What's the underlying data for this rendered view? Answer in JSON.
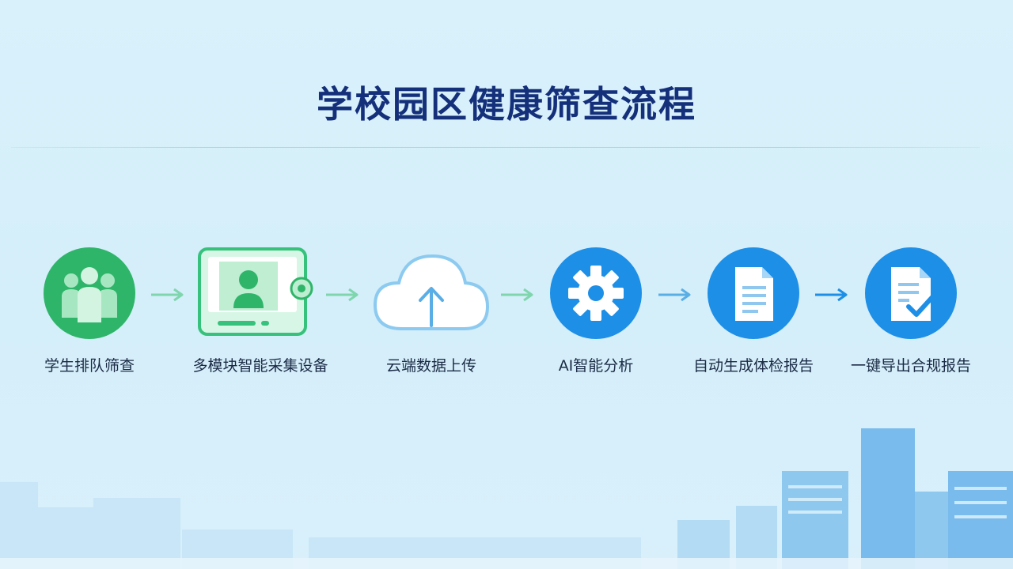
{
  "title": "学校园区健康筛查流程",
  "steps": [
    {
      "label": "学生排队筛查",
      "icon": "students-group-icon",
      "color": "#2fb56a"
    },
    {
      "label": "多模块智能采集设备",
      "icon": "capture-device-icon",
      "color": "#33c27a"
    },
    {
      "label": "云端数据上传",
      "icon": "cloud-upload-icon",
      "color": "#8ccaf0"
    },
    {
      "label": "AI智能分析",
      "icon": "gear-icon",
      "color": "#1e8fe6"
    },
    {
      "label": "自动生成体检报告",
      "icon": "document-icon",
      "color": "#1e8fe6"
    },
    {
      "label": "一键导出合规报告",
      "icon": "checked-document-icon",
      "color": "#1e8fe6"
    }
  ]
}
